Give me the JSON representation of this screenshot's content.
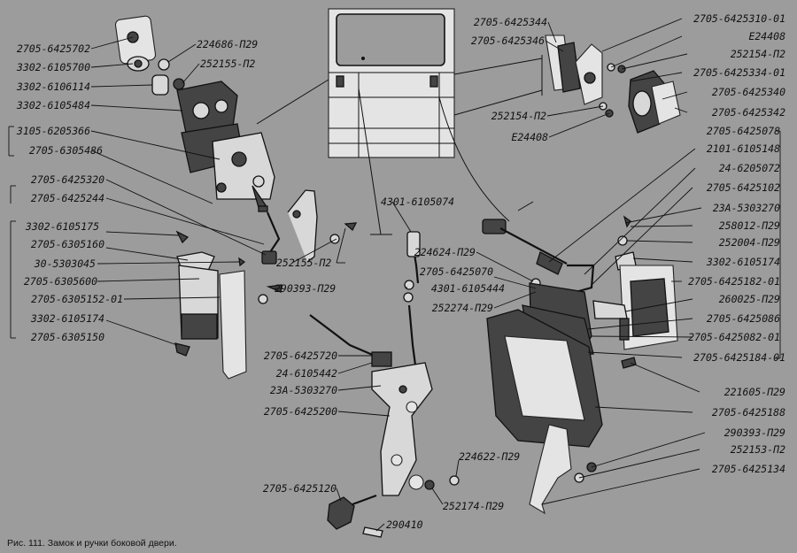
{
  "caption": "Рис. 111. Замок и ручки боковой двери.",
  "labels": {
    "l1": "2705-6425702",
    "l2": "3302-6105700",
    "l3": "3302-6106114",
    "l4": "3302-6105484",
    "l5": "3105-6205366",
    "l6": "2705-6305486",
    "l7": "2705-6425320",
    "l8": "2705-6425244",
    "l9": "3302-6105175",
    "l10": "2705-6305160",
    "l11": "30-5303045",
    "l12": "2705-6305600",
    "l13": "2705-6305152-01",
    "l14": "3302-6105174",
    "l15": "2705-6305150",
    "l16": "224686-П29",
    "l17": "252155-П2",
    "l18": "252155-П2",
    "l19": "290393-П29",
    "l20": "4301-6105074",
    "l21": "224624-П29",
    "l22": "2705-6425070",
    "l23": "4301-6105444",
    "l24": "252274-П29",
    "l25": "2705-6425720",
    "l26": "24-6105442",
    "l27": "23А-5303270",
    "l28": "2705-6425200",
    "l29": "224622-П29",
    "l30": "252174-П29",
    "l31": "2705-6425120",
    "l32": "290410",
    "l33": "2705-6425344",
    "l34": "2705-6425346",
    "l35": "252154-П2",
    "l36": "Е24408",
    "l37": "2705-6425310-01",
    "l38": "Е24408",
    "l39": "252154-П2",
    "l40": "2705-6425334-01",
    "l41": "2705-6425340",
    "l42": "2705-6425342",
    "l43": "2705-6425078",
    "l44": "2101-6105148",
    "l45": "24-6205072",
    "l46": "2705-6425102",
    "l47": "23А-5303270",
    "l48": "258012-П29",
    "l49": "252004-П29",
    "l50": "3302-6105174",
    "l51": "2705-6425182-01",
    "l52": "260025-П29",
    "l53": "2705-6425086",
    "l54": "2705-6425082-01",
    "l55": "2705-6425184-01",
    "l56": "221605-П29",
    "l57": "2705-6425188",
    "l58": "290393-П29",
    "l59": "252153-П2",
    "l60": "2705-6425134"
  }
}
